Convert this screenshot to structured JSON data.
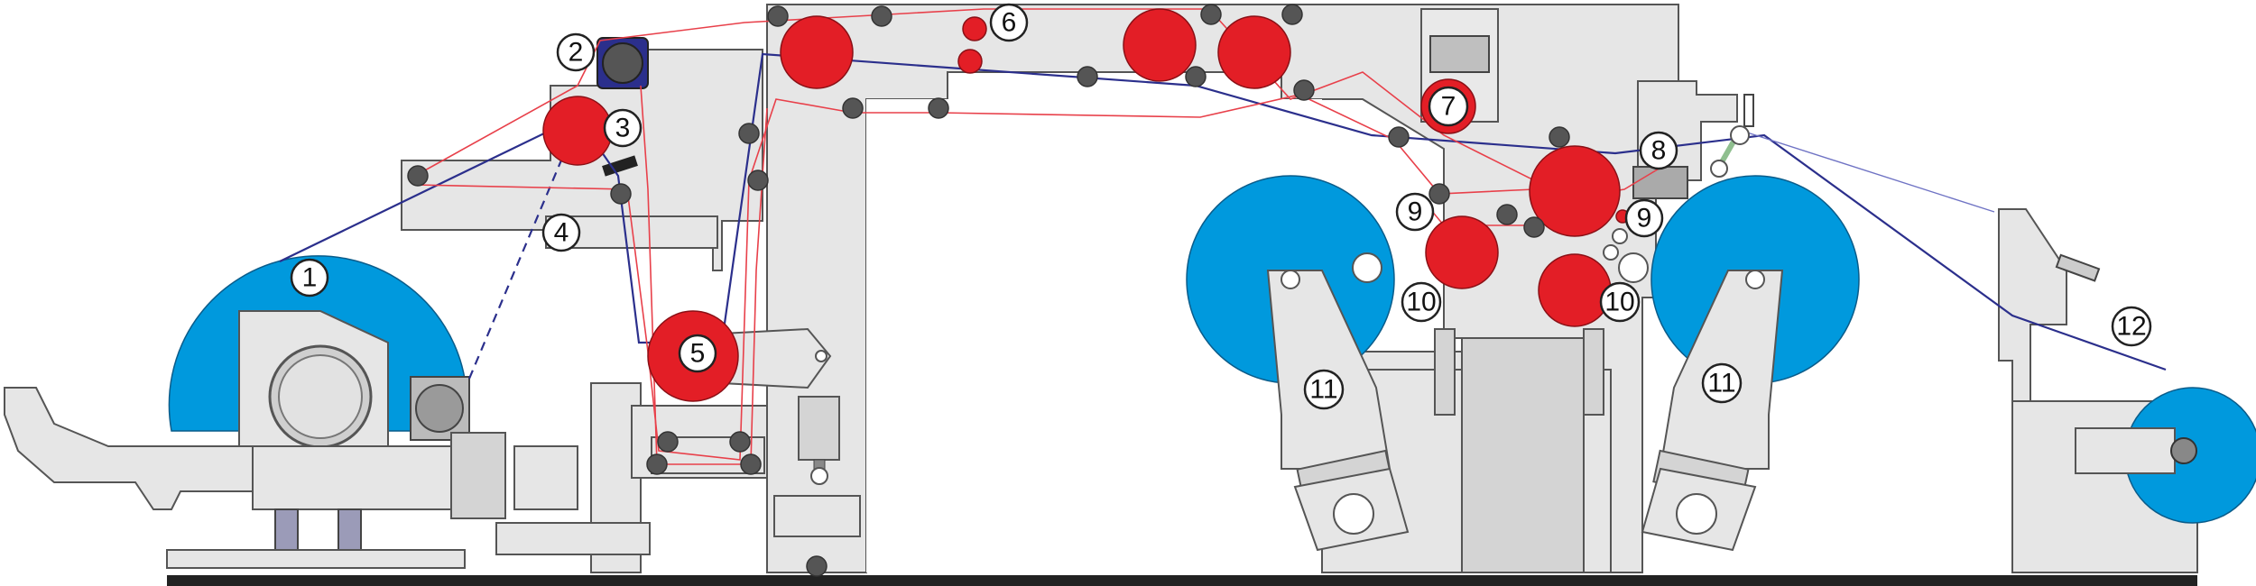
{
  "callouts": [
    {
      "id": "1",
      "text": "1"
    },
    {
      "id": "2",
      "text": "2"
    },
    {
      "id": "3",
      "text": "3"
    },
    {
      "id": "4",
      "text": "4"
    },
    {
      "id": "5",
      "text": "5"
    },
    {
      "id": "6",
      "text": "6"
    },
    {
      "id": "7",
      "text": "7"
    },
    {
      "id": "8",
      "text": "8"
    },
    {
      "id": "9a",
      "text": "9"
    },
    {
      "id": "9b",
      "text": "9"
    },
    {
      "id": "10a",
      "text": "10"
    },
    {
      "id": "10b",
      "text": "10"
    },
    {
      "id": "11a",
      "text": "11"
    },
    {
      "id": "11b",
      "text": "11"
    },
    {
      "id": "12",
      "text": "12"
    }
  ],
  "colors": {
    "reel_blue": "#0099dd",
    "roll_red": "#e31e26",
    "web_blue": "#2b2f8c",
    "web_red": "#e8404a",
    "frame_grey": "#e6e6e6",
    "floor": "#222222"
  }
}
